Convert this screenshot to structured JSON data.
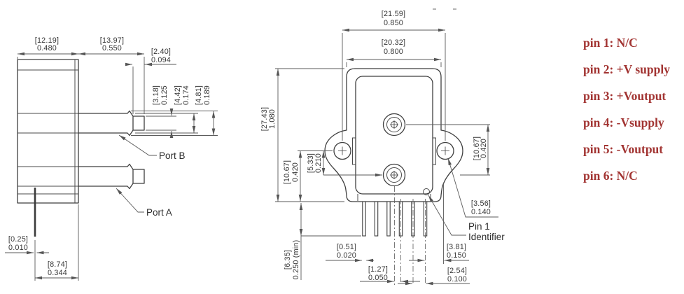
{
  "side_view": {
    "labels": {
      "port_b": "Port B",
      "port_a": "Port A"
    },
    "dims": {
      "body_depth": {
        "mm": "[12.19]",
        "in": "0.480"
      },
      "port_length": {
        "mm": "[13.97]",
        "in": "0.550"
      },
      "tip_length": {
        "mm": "[2.40]",
        "in": "0.094"
      },
      "tip_od": {
        "mm": "[3.18]",
        "in": "0.125"
      },
      "tube_od": {
        "mm": "[4.42]",
        "in": "0.174"
      },
      "barb_od": {
        "mm": "[4.81]",
        "in": "0.189"
      },
      "pin_thickness": {
        "mm": "[0.25]",
        "in": "0.010"
      },
      "pin_to_face": {
        "mm": "[8.74]",
        "in": "0.344"
      }
    }
  },
  "front_view": {
    "labels": {
      "pin1_line1": "Pin 1",
      "pin1_line2": "Identifier"
    },
    "dims": {
      "mount_hole_span": {
        "mm": "[21.59]",
        "in": "0.850"
      },
      "body_width": {
        "mm": "[20.32]",
        "in": "0.800"
      },
      "body_height": {
        "mm": "[27.43]",
        "in": "1.080"
      },
      "hole_to_bottom": {
        "mm": "[10.67]",
        "in": "0.420"
      },
      "port_to_hole": {
        "mm": "[5.33]",
        "in": "0.210"
      },
      "port_span": {
        "mm": "[10.67]",
        "in": "0.420"
      },
      "mount_hole_dia": {
        "mm": "[3.56]",
        "in": "0.140"
      },
      "pin_length": {
        "mm": "[6.35]",
        "in": "0.250 (min)"
      },
      "pin_width": {
        "mm": "[0.51]",
        "in": "0.020"
      },
      "pin_half_pitch": {
        "mm": "[1.27]",
        "in": "0.050"
      },
      "pin1_to_hole": {
        "mm": "[3.81]",
        "in": "0.150"
      },
      "pin_pitch": {
        "mm": "[2.54]",
        "in": "0.100"
      }
    }
  },
  "pinout": {
    "text_color": "#a23432",
    "items": [
      "pin 1: N/C",
      "pin 2: +V supply",
      "pin 3: +Voutput",
      "pin 4: -Vsupply",
      "pin 5: -Voutput",
      "pin 6: N/C"
    ]
  }
}
